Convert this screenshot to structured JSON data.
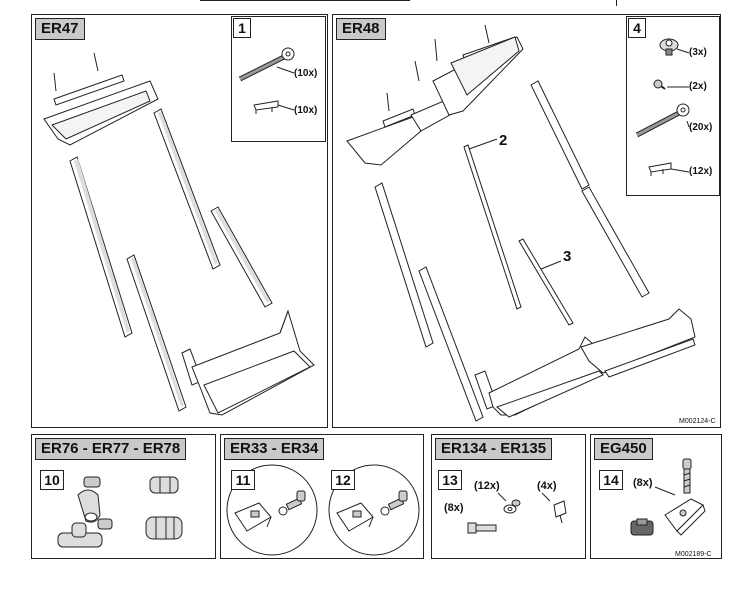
{
  "er47": {
    "title": "ER47",
    "kit_number": "1",
    "qty_pin": "(10x)",
    "qty_clip": "(10x)"
  },
  "er48": {
    "title": "ER48",
    "kit_number": "4",
    "qty_knob": "(3x)",
    "qty_screw": "(2x)",
    "qty_pin": "(20x)",
    "qty_clip": "(12x)",
    "callout_2": "2",
    "callout_3": "3",
    "drawing_code": "M002124-C"
  },
  "er76": {
    "title": "ER76 - ER77 - ER78",
    "item_number": "10"
  },
  "er33": {
    "title": "ER33 - ER34",
    "item_11": "11",
    "item_12": "12"
  },
  "er134": {
    "title": "ER134 - ER135",
    "item_number": "13",
    "qty_bolt": "(8x)",
    "qty_washer": "(12x)",
    "qty_clip": "(4x)"
  },
  "eg450": {
    "title": "EG450",
    "item_number": "14",
    "qty": "(8x)",
    "drawing_code": "M002189-C"
  }
}
